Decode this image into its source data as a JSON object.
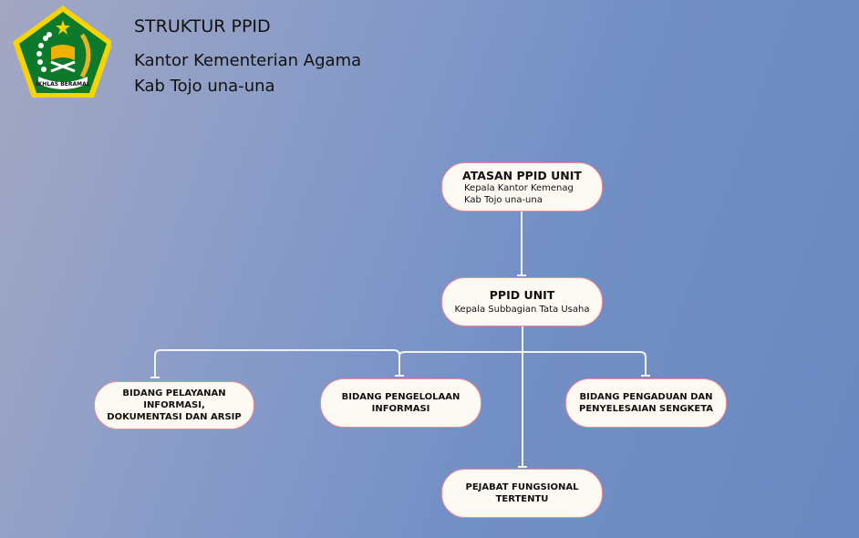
{
  "header": {
    "title": "STRUKTUR PPID",
    "subtitle_line1": "Kantor Kementerian Agama",
    "subtitle_line2": "Kab Tojo una-una",
    "logo_text": "IKHLAS BERAMAL"
  },
  "nodes": {
    "atasan": {
      "title": "ATASAN PPID UNIT",
      "line1": "Kepala Kantor Kemenag",
      "line2": "Kab Tojo una-una"
    },
    "ppid": {
      "title": "PPID UNIT",
      "line1": "Kepala Subbagian Tata Usaha"
    },
    "pelayanan": {
      "line1": "BIDANG PELAYANAN",
      "line2": "INFORMASI,",
      "line3": "DOKUMENTASI DAN ARSIP"
    },
    "pengelolaan": {
      "line1": "BIDANG PENGELOLAAN",
      "line2": "INFORMASI"
    },
    "pengaduan": {
      "line1": "BIDANG PENGADUAN DAN",
      "line2": "PENYELESAIAN SENGKETA"
    },
    "fungsional": {
      "line1": "PEJABAT FUNGSIONAL",
      "line2": "TERTENTU"
    }
  },
  "colors": {
    "node_border": "#f08a94",
    "node_fill": "#fdfaf3",
    "connector": "#f2f2f2"
  }
}
